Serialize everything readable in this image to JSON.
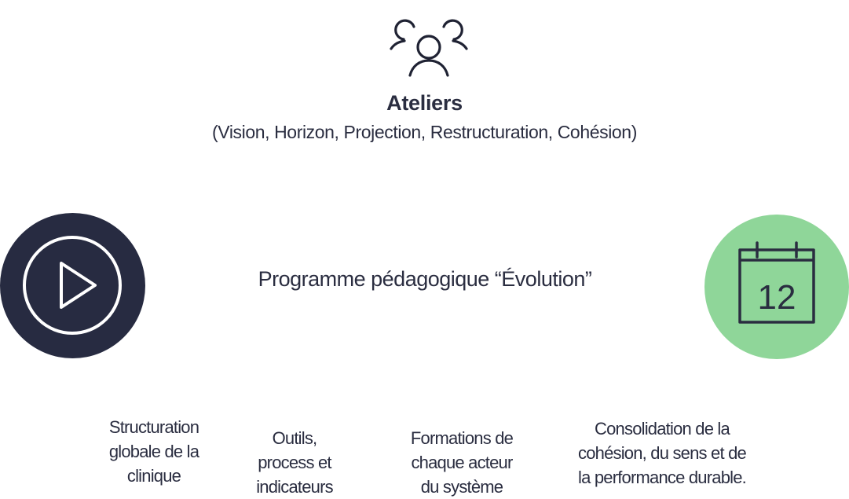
{
  "ateliers": {
    "icon": "team-icon",
    "title": "Ateliers",
    "subtitle": "(Vision, Horizon, Projection, Restructuration, Cohésion)"
  },
  "program": {
    "title": "Programme pédagogique “Évolution”",
    "play_icon": "play-icon",
    "calendar_icon": "calendar-icon",
    "calendar_day": "12"
  },
  "columns": [
    {
      "lines": [
        "Structuration",
        "globale de la",
        "clinique"
      ]
    },
    {
      "lines": [
        "Outils,",
        "process et",
        "indicateurs"
      ]
    },
    {
      "lines": [
        "Formations de",
        "chaque acteur",
        "du système"
      ]
    },
    {
      "lines": [
        "Consolidation de la",
        "cohésion, du sens et de",
        "la performance durable."
      ]
    }
  ],
  "colors": {
    "text": "#2a2d40",
    "dark_circle": "#272b41",
    "green_circle": "#8fd699",
    "icon_white": "#ffffff"
  }
}
